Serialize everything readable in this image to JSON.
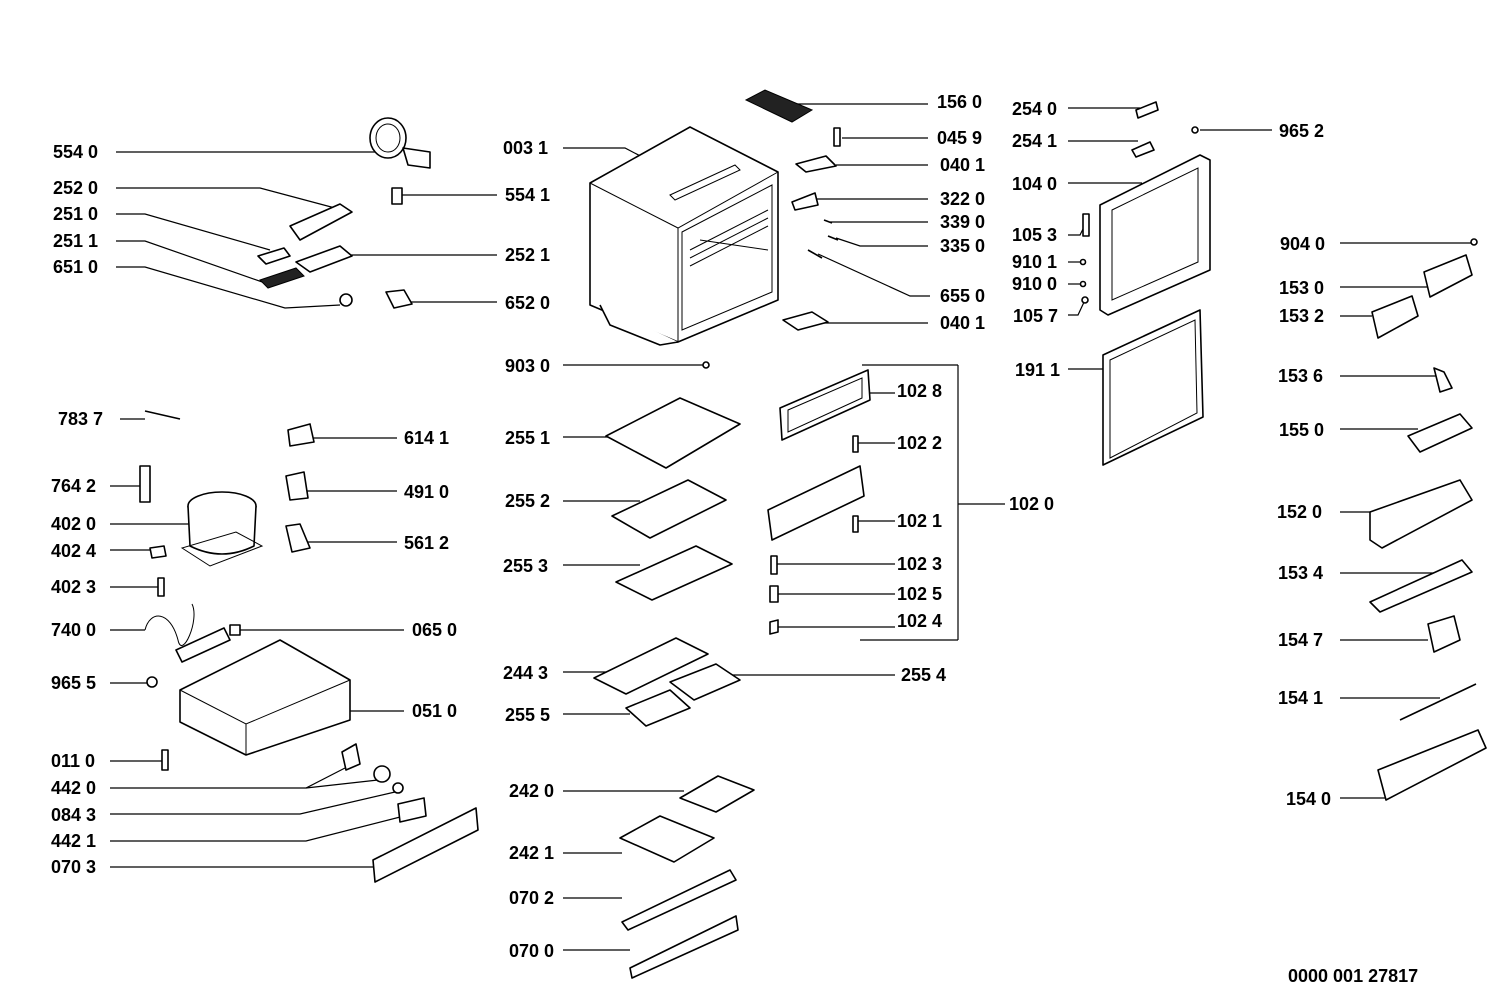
{
  "diagram": {
    "part_labels": [
      "554 0",
      "252 0",
      "251 0",
      "251 1",
      "651 0",
      "003 1",
      "554 1",
      "252 1",
      "652 0",
      "903 0",
      "156 0",
      "045 9",
      "040 1",
      "322 0",
      "339 0",
      "335 0",
      "655 0",
      "040 1",
      "254 0",
      "254 1",
      "104 0",
      "105 3",
      "910 1",
      "910 0",
      "105 7",
      "191 1",
      "965 2",
      "904 0",
      "153 0",
      "153 2",
      "153 6",
      "155 0",
      "152 0",
      "153 4",
      "154 7",
      "154 1",
      "154 0",
      "783 7",
      "614 1",
      "764 2",
      "491 0",
      "402 0",
      "402 4",
      "561 2",
      "402 3",
      "740 0",
      "065 0",
      "965 5",
      "051 0",
      "011 0",
      "442 0",
      "084 3",
      "442 1",
      "070 3",
      "255 1",
      "255 2",
      "255 3",
      "102 8",
      "102 2",
      "102 1",
      "102 3",
      "102 5",
      "102 4",
      "102 0",
      "244 3",
      "255 4",
      "255 5",
      "242 0",
      "242 1",
      "070 2",
      "070 0"
    ],
    "document_number": "0000 001 27817"
  }
}
